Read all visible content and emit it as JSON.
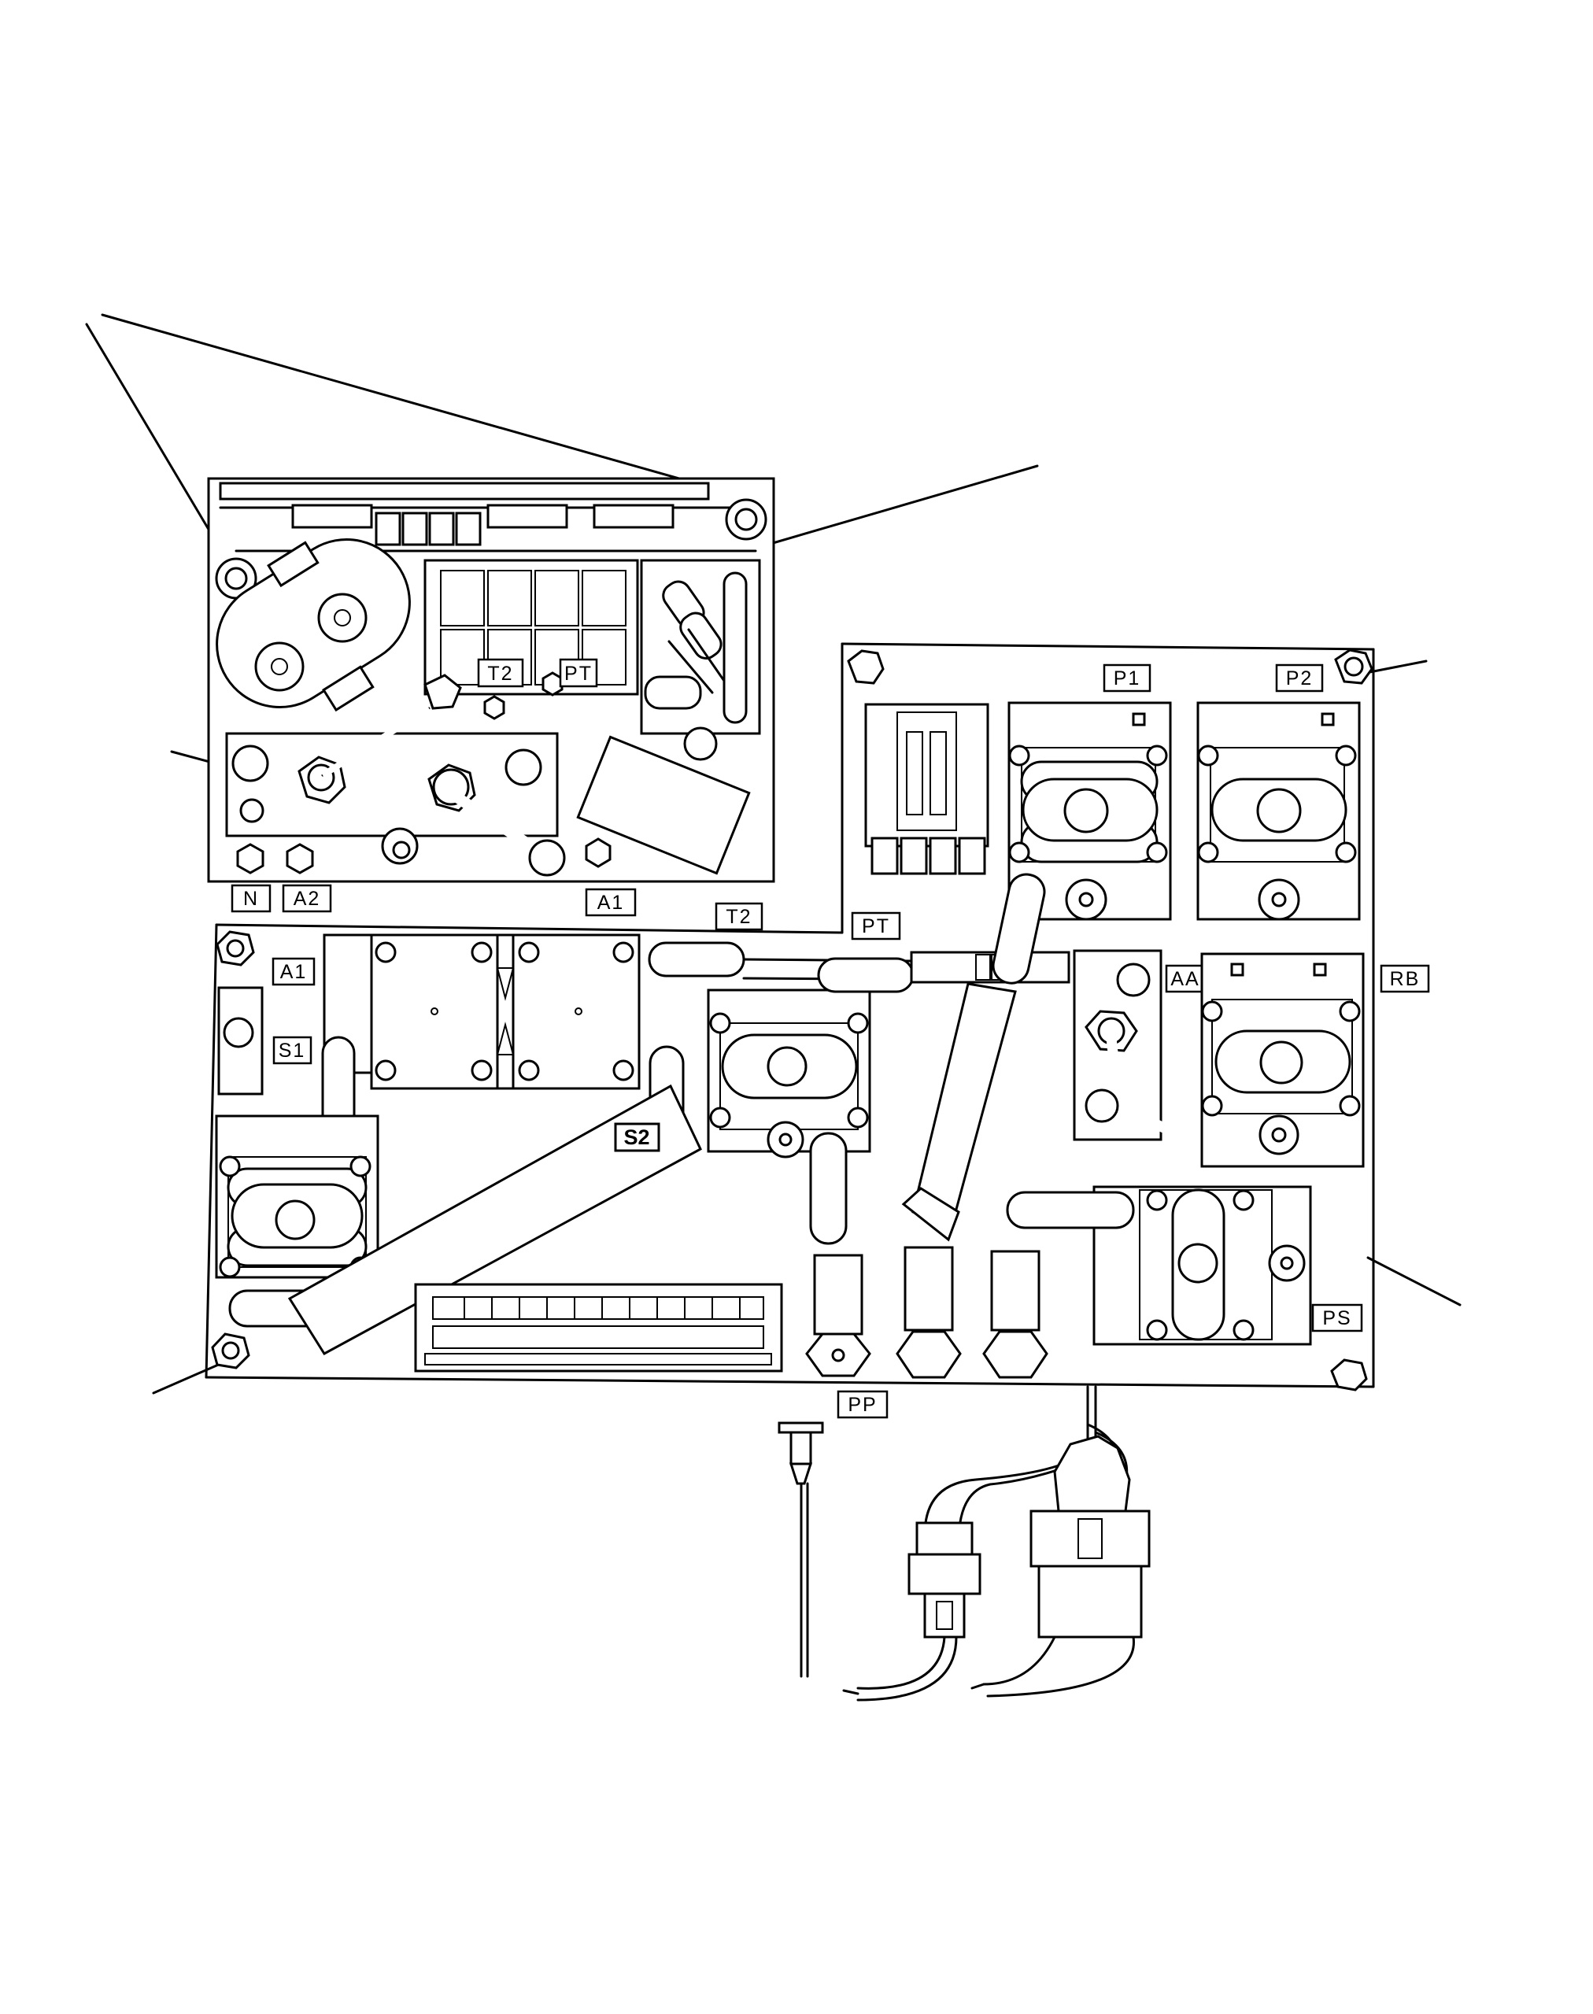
{
  "labels": {
    "upper_t2": "T2",
    "upper_pt": "PT",
    "upper_n": "N",
    "upper_a2": "A2",
    "upper_a1": "A1",
    "mid_t2": "T2",
    "mid_pt": "PT",
    "p1": "P1",
    "p2": "P2",
    "lower_a1": "A1",
    "s1": "S1",
    "s2": "S2",
    "aa": "AA",
    "rb": "RB",
    "ps": "PS",
    "pp": "PP"
  },
  "icons": {
    "hex_nut": "hex-nut-icon",
    "valve": "valve-icon",
    "connector": "electrical-connector-icon"
  }
}
